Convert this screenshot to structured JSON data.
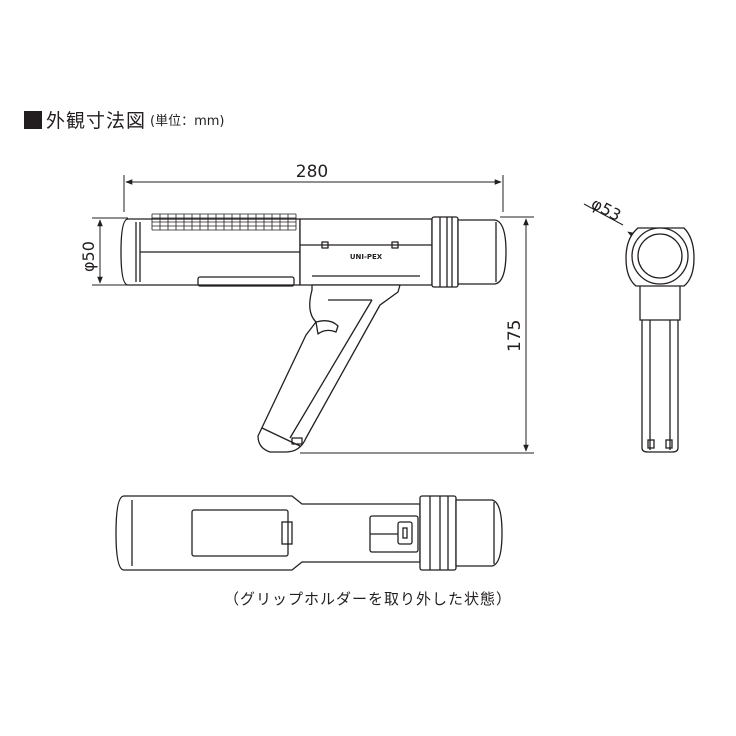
{
  "heading": {
    "title": "外観寸法図",
    "unit": "(単位：mm)"
  },
  "dimensions": {
    "length": "280",
    "diameter_body": "φ50",
    "height": "175",
    "diameter_head": "φ53"
  },
  "brand_label": "UNI-PEX",
  "caption": "（グリップホルダーを取り外した状態）"
}
